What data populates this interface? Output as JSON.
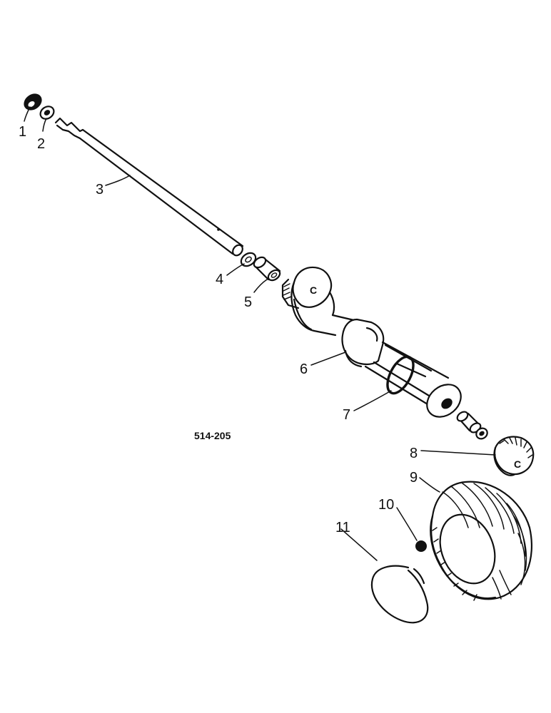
{
  "reference": "514-205",
  "callouts": [
    {
      "id": "1",
      "label": "1"
    },
    {
      "id": "2",
      "label": "2"
    },
    {
      "id": "3",
      "label": "3"
    },
    {
      "id": "4",
      "label": "4"
    },
    {
      "id": "5",
      "label": "5"
    },
    {
      "id": "6",
      "label": "6"
    },
    {
      "id": "7",
      "label": "7"
    },
    {
      "id": "8",
      "label": "8"
    },
    {
      "id": "9",
      "label": "9"
    },
    {
      "id": "10",
      "label": "10"
    },
    {
      "id": "11",
      "label": "11"
    }
  ]
}
